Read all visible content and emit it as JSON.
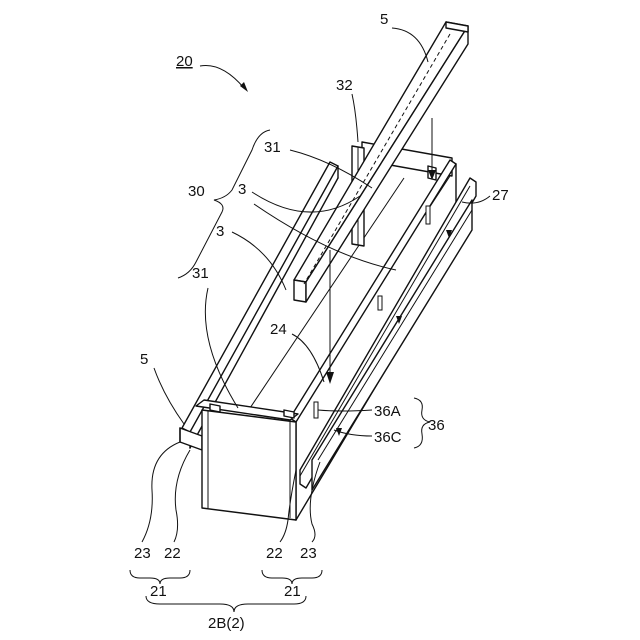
{
  "labels": {
    "assembly": "20",
    "top_bar": "5",
    "upper_post": "32",
    "upper_panel": "31",
    "group_30": "30",
    "panel_3a": "3",
    "panel_3b": "3",
    "lower_panel": "31",
    "flange_right": "27",
    "arrow_24": "24",
    "left_bar": "5",
    "part_36a": "36A",
    "part_36": "36",
    "part_36c": "36C",
    "left_23": "23",
    "left_22": "22",
    "right_22": "22",
    "right_23": "23",
    "left_21": "21",
    "right_21": "21",
    "base": "2B(2)"
  }
}
